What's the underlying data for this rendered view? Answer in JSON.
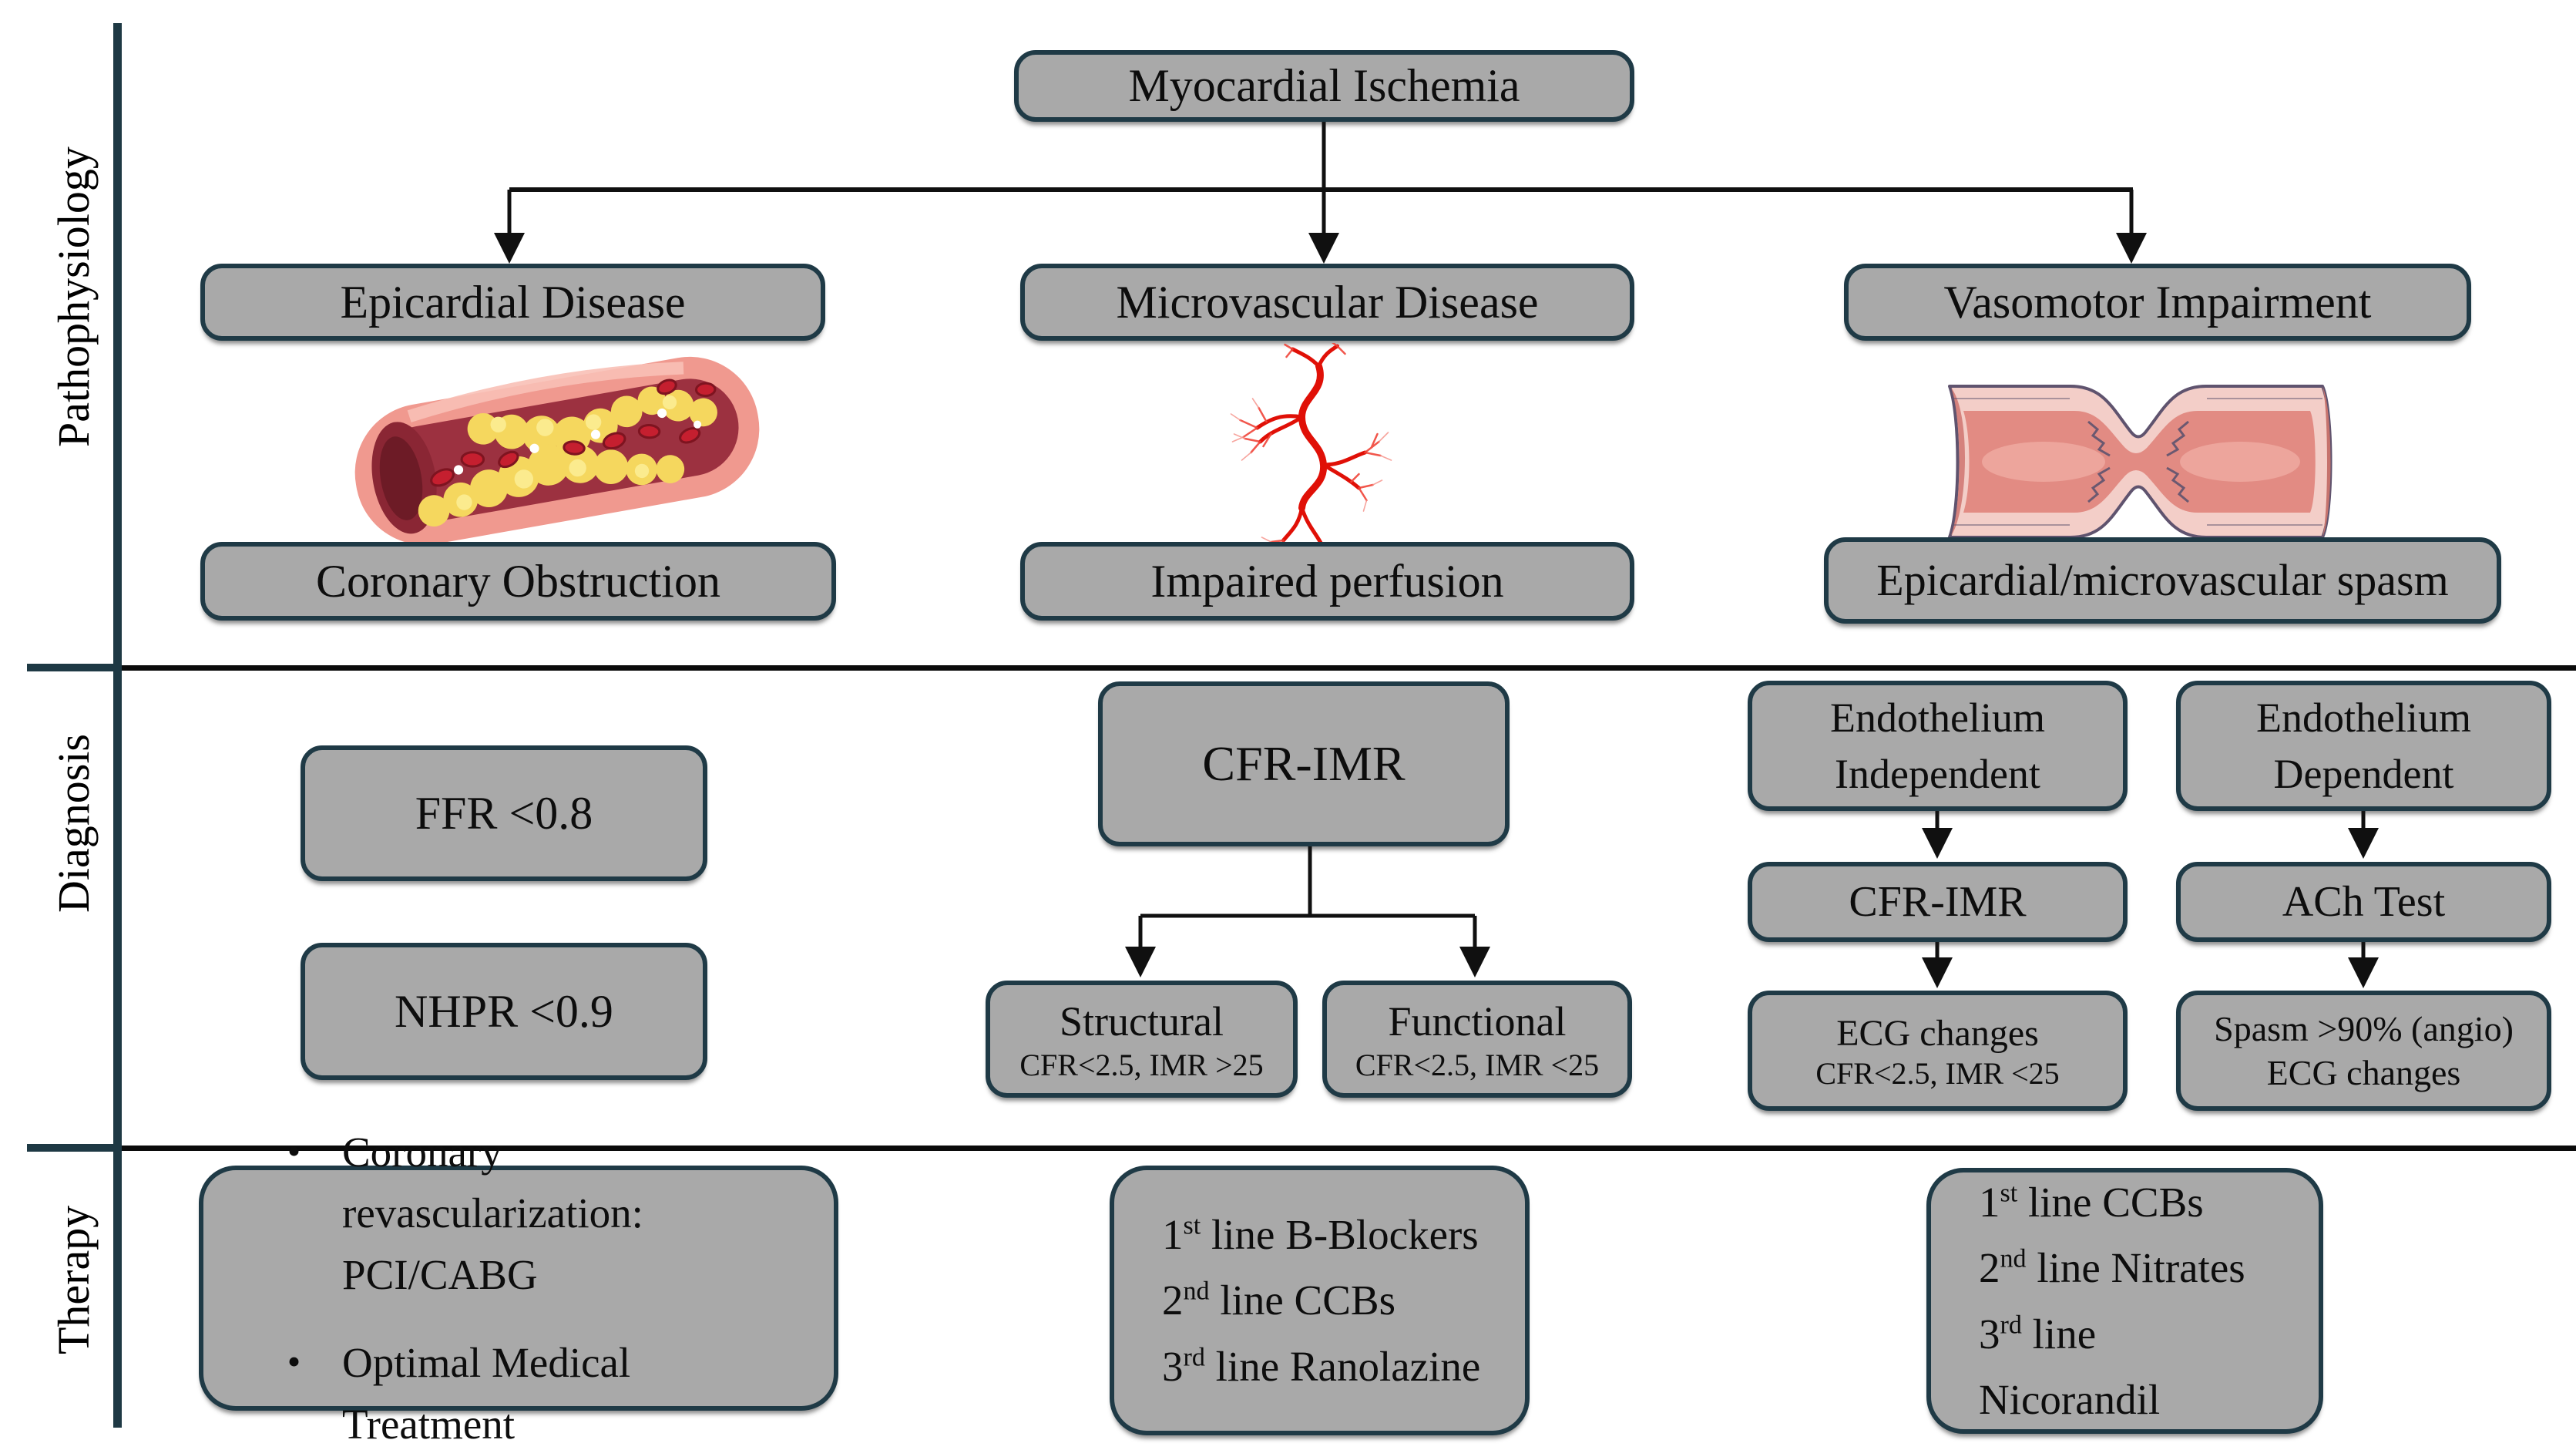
{
  "fig": {
    "row_labels": {
      "pathophysiology": "Pathophysiology",
      "diagnosis": "Diagnosis",
      "therapy": "Therapy"
    },
    "root_label": "Myocardial Ischemia",
    "patho": {
      "epicardial": {
        "title": "Epicardial Disease",
        "outcome": "Coronary Obstruction",
        "illustration": "atherosclerotic-artery"
      },
      "microvascular": {
        "title": "Microvascular Disease",
        "outcome": "Impaired perfusion",
        "illustration": "microvascular-tree"
      },
      "vasomotor": {
        "title": "Vasomotor Impairment",
        "outcome": "Epicardial/microvascular spasm",
        "illustration": "vasospasm-vessel"
      }
    },
    "diagnosis": {
      "ffr": "FFR <0.8",
      "nhpr": "NHPR <0.9",
      "cfr_imr": "CFR-IMR",
      "structural": {
        "title": "Structural",
        "criteria": "CFR<2.5, IMR >25"
      },
      "functional": {
        "title": "Functional",
        "criteria": "CFR<2.5, IMR <25"
      },
      "endo_independent": {
        "title": "Endothelium Independent",
        "test": "CFR-IMR",
        "result1": "ECG changes",
        "result2": "CFR<2.5, IMR <25"
      },
      "endo_dependent": {
        "title": "Endothelium Dependent",
        "test": "ACh Test",
        "result1": "Spasm >90% (angio)",
        "result2": "ECG changes"
      }
    },
    "therapy": {
      "epicardial_bullets": [
        "Coronary revascularization: PCI/CABG",
        "Optimal Medical Treatment"
      ],
      "bullet_glyph": "•",
      "microvascular_lines": [
        {
          "rank": "1",
          "suffix": "st",
          "rest": " line B-Blockers"
        },
        {
          "rank": "2",
          "suffix": "nd",
          "rest": " line CCBs"
        },
        {
          "rank": "3",
          "suffix": "rd",
          "rest": " line Ranolazine"
        }
      ],
      "vasomotor_lines": [
        {
          "rank": "1",
          "suffix": "st",
          "rest": " line CCBs"
        },
        {
          "rank": "2",
          "suffix": "nd",
          "rest": " line Nitrates"
        },
        {
          "rank": "3",
          "suffix": "rd",
          "rest": " line Nicorandil"
        }
      ]
    },
    "colors": {
      "box_fill": "#a9a9a9",
      "box_border": "#1f3a46",
      "rail": "#1e3944",
      "connector": "#101010",
      "vessel_red": "#e01007",
      "artery_pink": "#f0998f",
      "plaque_yellow": "#f5d75e"
    }
  }
}
